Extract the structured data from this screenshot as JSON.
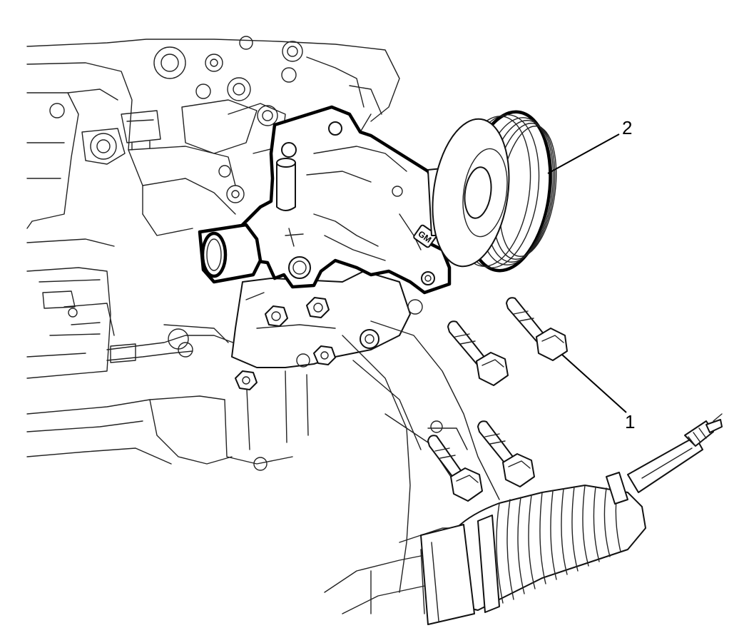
{
  "callouts": [
    {
      "id": "1",
      "label": "1"
    },
    {
      "id": "2",
      "label": "2"
    }
  ],
  "logo_text": "GM"
}
